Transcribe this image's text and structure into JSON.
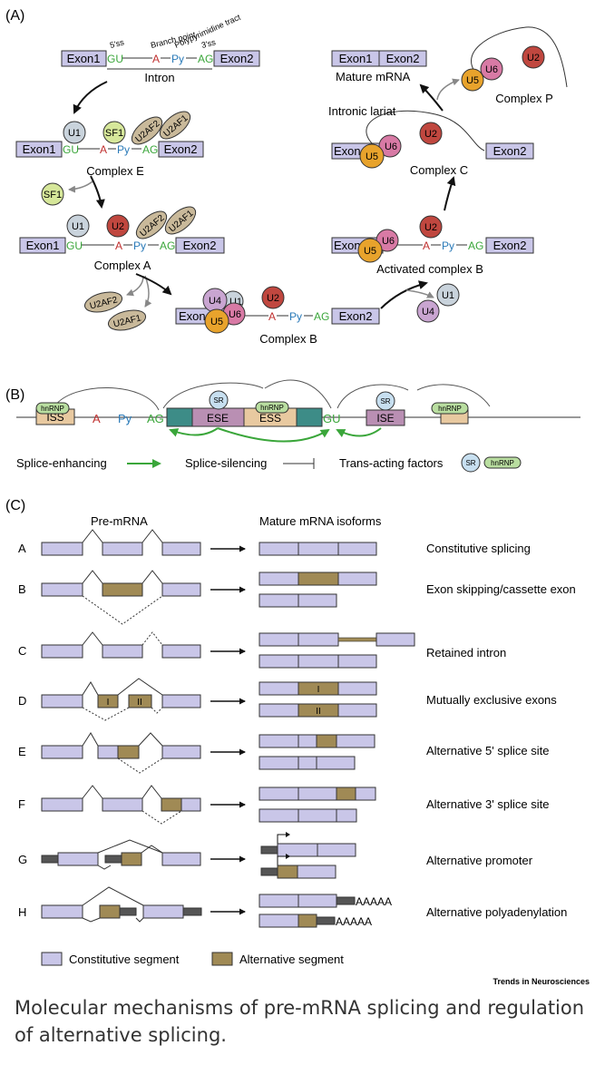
{
  "panels": {
    "a": "(A)",
    "b": "(B)",
    "c": "(C)"
  },
  "panelA": {
    "labels": {
      "ss5": "5'ss",
      "branch": "Branch point",
      "polypyr": "Polypyrimidine tract",
      "ss3": "3'ss",
      "intron": "Intron",
      "complexE": "Complex E",
      "complexA": "Complex A",
      "complexB": "Complex B",
      "activatedB": "Activated complex B",
      "complexC": "Complex C",
      "complexP": "Complex P",
      "lariat": "Intronic lariat",
      "mature": "Mature mRNA"
    },
    "seq": {
      "exon1": "Exon1",
      "exon2": "Exon2",
      "exon": "Exon",
      "gu": "GU",
      "a": "A",
      "py": "Py",
      "ag": "AG"
    },
    "factors": {
      "u1": "U1",
      "u2": "U2",
      "u4": "U4",
      "u5": "U5",
      "u6": "U6",
      "sf1": "SF1",
      "u2af2": "U2AF2",
      "u2af1": "U2AF1"
    }
  },
  "panelB": {
    "elements": {
      "iss": "ISS",
      "ese": "ESE",
      "ess": "ESS",
      "ise": "ISE"
    },
    "seq": {
      "a": "A",
      "py": "Py",
      "ag": "AG",
      "gu": "GU"
    },
    "factors": {
      "sr": "SR",
      "hnrnp": "hnRNP"
    },
    "legend": {
      "enhancing": "Splice-enhancing",
      "silencing": "Splice-silencing",
      "trans": "Trans-acting factors"
    }
  },
  "panelC": {
    "headers": {
      "pre": "Pre-mRNA",
      "mature": "Mature mRNA isoforms"
    },
    "rows": [
      {
        "letter": "A",
        "label": "Constitutive splicing"
      },
      {
        "letter": "B",
        "label": "Exon skipping/cassette exon"
      },
      {
        "letter": "C",
        "label": "Retained intron"
      },
      {
        "letter": "D",
        "label": "Mutually exclusive exons"
      },
      {
        "letter": "E",
        "label": "Alternative 5' splice site"
      },
      {
        "letter": "F",
        "label": "Alternative 3' splice site"
      },
      {
        "letter": "G",
        "label": "Alternative promoter"
      },
      {
        "letter": "H",
        "label": "Alternative polyadenylation"
      }
    ],
    "marks": {
      "roman1": "I",
      "roman2": "II",
      "polyA": "AAAAA"
    },
    "legend": {
      "constitutive": "Constitutive segment",
      "alternative": "Alternative segment"
    }
  },
  "credit": "Trends in Neurosciences",
  "caption": "Molecular mechanisms of pre-mRNA splicing and regulation of alternative splicing.",
  "colors": {
    "exon": "#c9c6e8",
    "alt": "#a08a55",
    "skyblue": "#2a7ab8",
    "green": "#3aa63a",
    "red": "#c0302f",
    "u1": "#c9d3dc",
    "u2": "#c0473f",
    "u4": "#c9a5d1",
    "u5": "#e8a32c",
    "u6": "#d87aa5",
    "sf1": "#d6e79a",
    "u2af": "#c9b99a",
    "hnrnp": "#b9dea0",
    "sr": "#c7dff0",
    "iss": "#e8c9a0",
    "ese": "#b98fb3",
    "teal": "#3d8c87"
  }
}
